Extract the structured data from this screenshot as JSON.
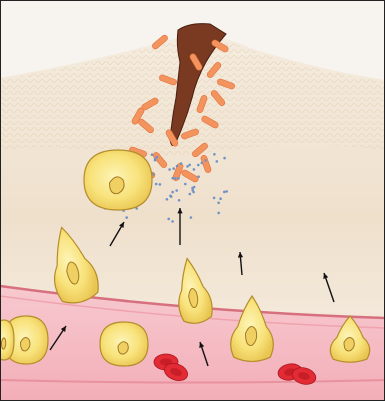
{
  "figure": {
    "domain": "Diagram",
    "labels": []
  },
  "legend": {
    "entries": [
      {
        "key": "tissue",
        "name": "",
        "color": "#efe0cf"
      },
      {
        "key": "wound",
        "name": "",
        "color": "#7a3a22"
      },
      {
        "key": "bacteria",
        "name": "",
        "color": "#f3935d"
      },
      {
        "key": "chemical-signals",
        "name": "",
        "color": "#6f93c4"
      },
      {
        "key": "phagocytes",
        "name": "",
        "color": "#f7e07a"
      },
      {
        "key": "blood-vessel",
        "name": "",
        "color": "#f5b5bf"
      },
      {
        "key": "red-blood-cells",
        "name": "",
        "color": "#e22b34"
      },
      {
        "key": "migration-arrows",
        "name": "",
        "color": "#111111"
      }
    ]
  },
  "counts": {
    "phagocytes": 8,
    "red_blood_cells": 4,
    "migration_arrows": 6,
    "bacteria": 21
  }
}
